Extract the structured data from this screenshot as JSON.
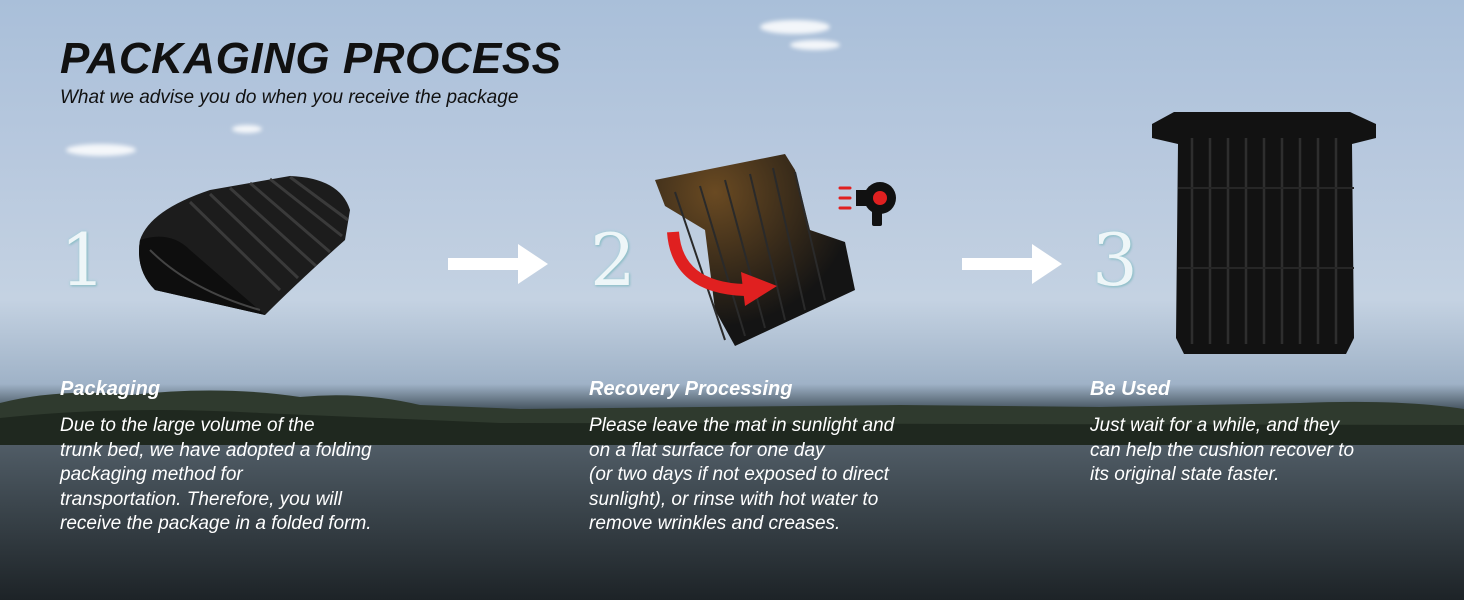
{
  "title": "PACKAGING PROCESS",
  "subtitle": "What we advise you do when you receive the package",
  "steps": [
    {
      "number": "1",
      "heading": "Packaging",
      "lines": [
        "Due to the large volume of the",
        "trunk bed, we have adopted a folding",
        "packaging method for",
        "transportation. Therefore, you will",
        "receive the package in a folded form."
      ]
    },
    {
      "number": "2",
      "heading": "Recovery Processing",
      "lines": [
        "Please leave the mat in sunlight and",
        "on a flat surface for one day",
        "(or two days if not exposed to direct",
        "sunlight), or rinse with hot water to",
        "remove wrinkles and creases."
      ]
    },
    {
      "number": "3",
      "heading": "Be Used",
      "lines": [
        "Just wait for a  while, and they",
        "can help the cushion recover to",
        "its original state faster."
      ]
    }
  ],
  "colors": {
    "text_dark": "#111111",
    "text_light": "#ffffff",
    "accent_red": "#e02020",
    "number_glow": "#9fd0d8"
  },
  "icons": [
    "arrow-right-icon",
    "hair-dryer-icon",
    "curved-red-arrow-icon"
  ]
}
